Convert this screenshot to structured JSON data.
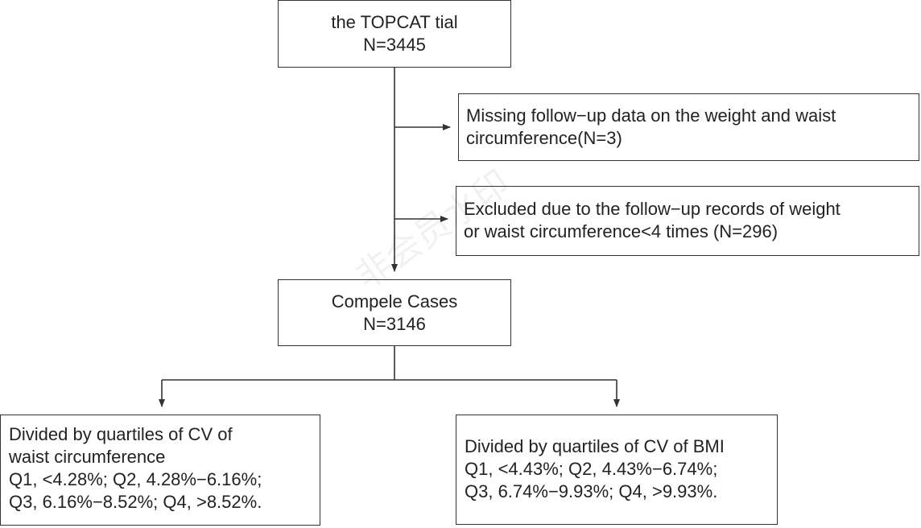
{
  "flow": {
    "start": {
      "line1": "the TOPCAT tial",
      "line2": "N=3445"
    },
    "exclusion_missing": {
      "line1": "Missing follow−up data on the weight and waist",
      "line2": "circumference(N=3)"
    },
    "exclusion_records": {
      "line1": "Excluded due to the follow−up records of weight",
      "line2": "or waist circumference<4 times (N=296)"
    },
    "complete": {
      "line1": "Compele Cases",
      "line2": "N=3146"
    },
    "waist_quartiles": {
      "line1": "Divided by quartiles of CV of",
      "line2": "waist circumference",
      "line3": "Q1, <4.28%; Q2, 4.28%−6.16%;",
      "line4": "Q3, 6.16%−8.52%; Q4, >8.52%."
    },
    "bmi_quartiles": {
      "line1": "Divided by quartiles of CV of BMI",
      "line2": "Q1, <4.43%; Q2, 4.43%−6.74%;",
      "line3": "Q3, 6.74%−9.93%; Q4, >9.93%."
    }
  },
  "watermark": "非会员水印",
  "colors": {
    "stroke": "#333333",
    "text": "#222222",
    "background": "#ffffff"
  }
}
